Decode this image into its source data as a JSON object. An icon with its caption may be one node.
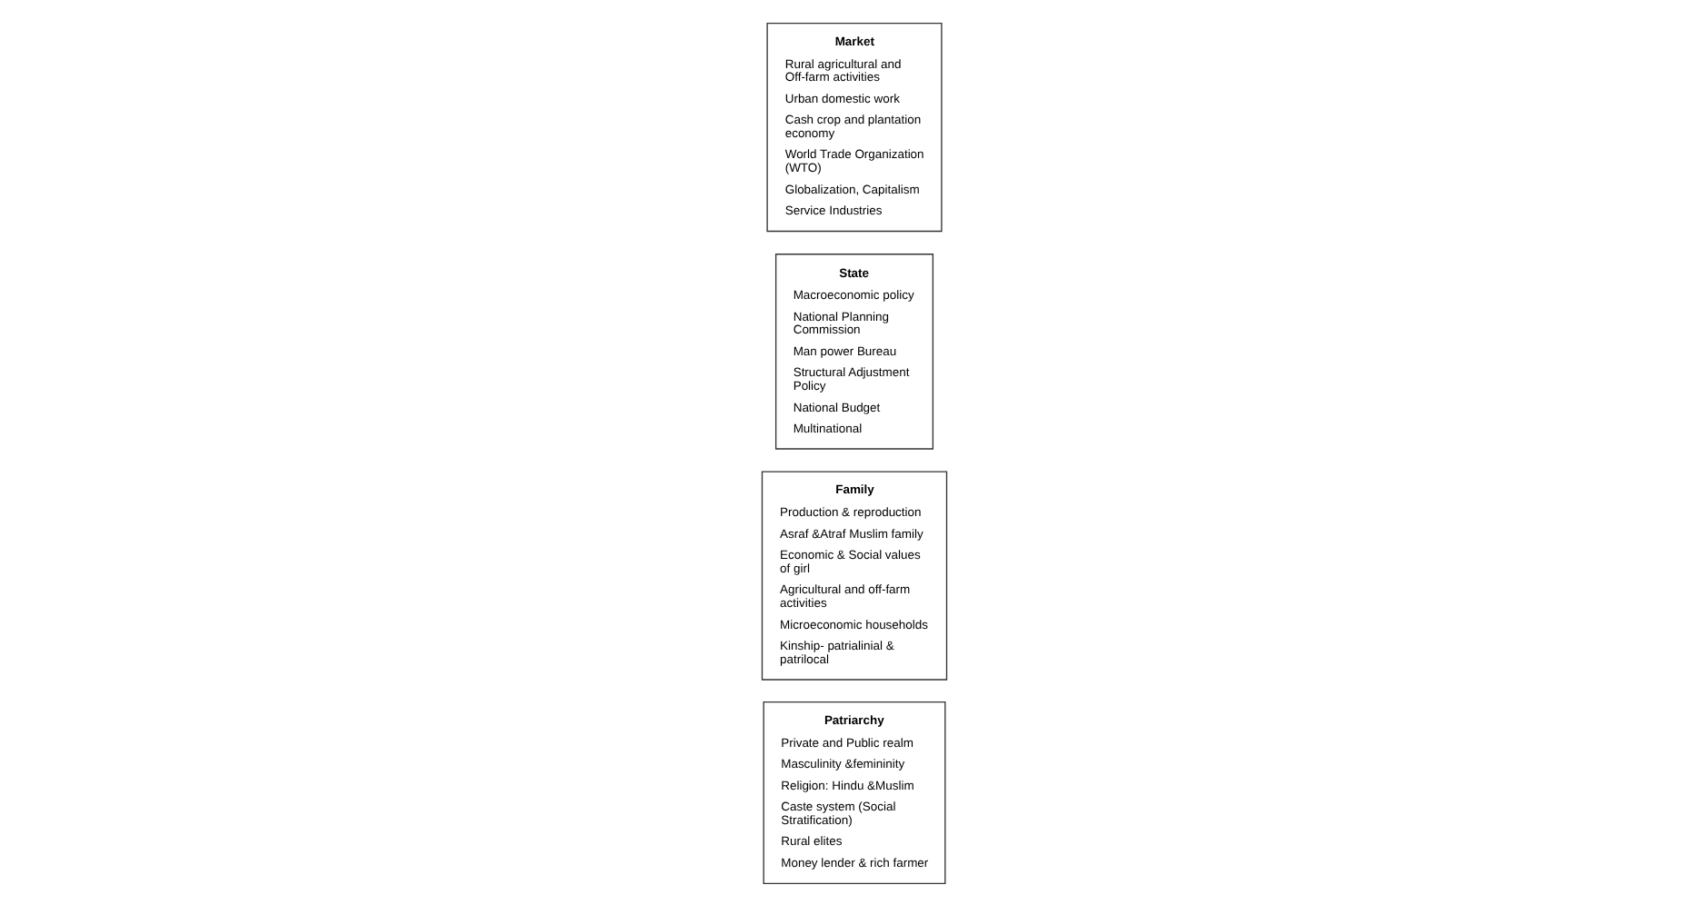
{
  "diagram": {
    "nodes": [
      {
        "text": [
          "Market",
          "Rural agricultural and Off-farm activities",
          "Urban domestic work",
          "Cash crop and plantation economy",
          "World Trade Organization (WTO)",
          "Globalization, Capitalism",
          "Service Industries"
        ]
      },
      {
        "text": [
          "State",
          "Macroeconomic policy",
          "National Planning Commission",
          "Man power Bureau",
          "Structural Adjustment Policy",
          "National Budget",
          "Multinational"
        ]
      },
      {
        "text": [
          "Family",
          "Production & reproduction",
          "Asraf &Atraf Muslim family",
          "Economic & Social values of girl",
          "Agricultural and off-farm activities",
          "Microeconomic households",
          "Kinship- patrialinial & patrilocal"
        ]
      },
      {
        "text": [
          "Patriarchy",
          "Private and Public realm",
          "Masculinity &femininity",
          "Religion: Hindu &Muslim",
          "Caste system (Social Stratification)",
          "Rural elites",
          "Money lender & rich farmer"
        ]
      }
    ],
    "edges": []
  }
}
